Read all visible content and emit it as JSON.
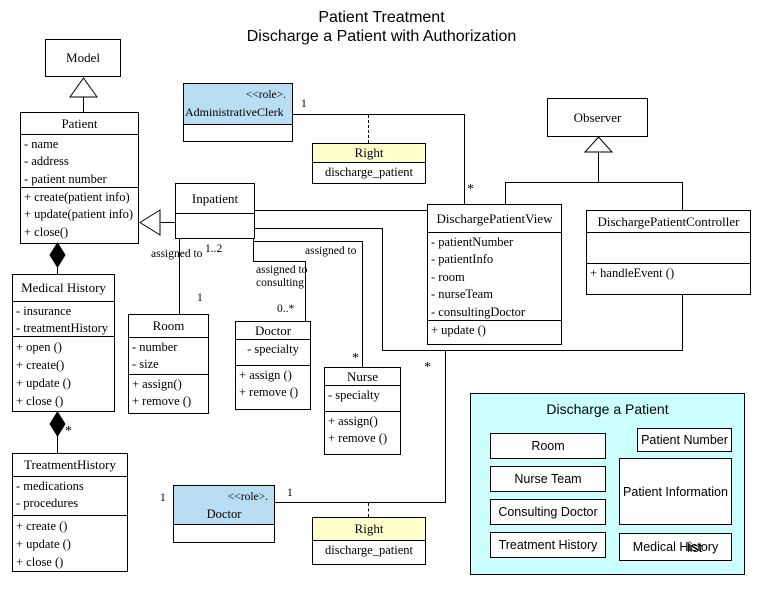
{
  "title": {
    "line1": "Patient Treatment",
    "line2": "Discharge a Patient with Authorization"
  },
  "colors": {
    "role_fill": "#b9ddf2",
    "right_fill": "#ffffcc",
    "panel_fill": "#ccffff",
    "line": "#000000"
  },
  "classes": {
    "model": {
      "name": "Model"
    },
    "patient": {
      "name": "Patient",
      "attributes": [
        "- name",
        "- address",
        "- patient number"
      ],
      "methods": [
        "+ create(patient info)",
        "+ update(patient info)",
        "+ close()"
      ]
    },
    "inpatient": {
      "name": "Inpatient"
    },
    "observer": {
      "name": "Observer"
    },
    "discharge_patient_view": {
      "name": "DischargePatientView",
      "attributes": [
        "- patientNumber",
        "- patientInfo",
        "- room",
        "- nurseTeam",
        "- consultingDoctor"
      ],
      "methods": [
        "+ update ()"
      ]
    },
    "discharge_patient_controller": {
      "name": "DischargePatientController",
      "methods": [
        "+ handleEvent ()"
      ]
    },
    "medical_history": {
      "name": "Medical History",
      "attributes": [
        "- insurance",
        "- treatmentHistory"
      ],
      "methods": [
        "+ open ()",
        "+ create()",
        "+ update ()",
        "+ close ()"
      ]
    },
    "room": {
      "name": "Room",
      "attributes": [
        "- number",
        "- size"
      ],
      "methods": [
        "+ assign()",
        "+ remove ()"
      ]
    },
    "doctor": {
      "name": "Doctor",
      "attributes": [
        "- specialty"
      ],
      "methods": [
        "+ assign ()",
        "+ remove ()"
      ]
    },
    "nurse": {
      "name": "Nurse",
      "attributes": [
        "- specialty"
      ],
      "methods": [
        "+ assign()",
        "+ remove ()"
      ]
    },
    "treatment_history": {
      "name": "TreatmentHistory",
      "attributes": [
        "- medications",
        "- procedures"
      ],
      "methods": [
        "+ create ()",
        "+ update ()",
        "+ close ()"
      ]
    }
  },
  "roles": {
    "administrative_clerk": {
      "stereotype": "<<role>.",
      "name": "AdministrativeClerk"
    },
    "doctor": {
      "stereotype": "<<role>.",
      "name": "Doctor"
    }
  },
  "rights": {
    "top": {
      "name": "Right",
      "value": "discharge_patient"
    },
    "bottom": {
      "name": "Right",
      "value": "discharge_patient"
    }
  },
  "labels": {
    "clerk_mult": "1",
    "view_mult_top": "*",
    "one_two": "1..2",
    "assigned_to_room": "assigned to",
    "room_mult": "1",
    "assigned_to_consulting": "assigned to consulting",
    "consulting_mult": "0..*",
    "assigned_to_nurse": "assigned to",
    "nurse_mult": "*",
    "view_mult_right": "*",
    "treatment_mult": "*",
    "doctor_role_left_mult": "1",
    "doctor_role_right_mult": "1"
  },
  "panel": {
    "title": "Discharge a Patient",
    "buttons_left": [
      "Room",
      "Nurse Team",
      "Consulting Doctor",
      "Treatment History"
    ],
    "buttons_right": [
      "Patient Number",
      "Patient Information",
      "Medical History"
    ],
    "stray_text": "list"
  }
}
